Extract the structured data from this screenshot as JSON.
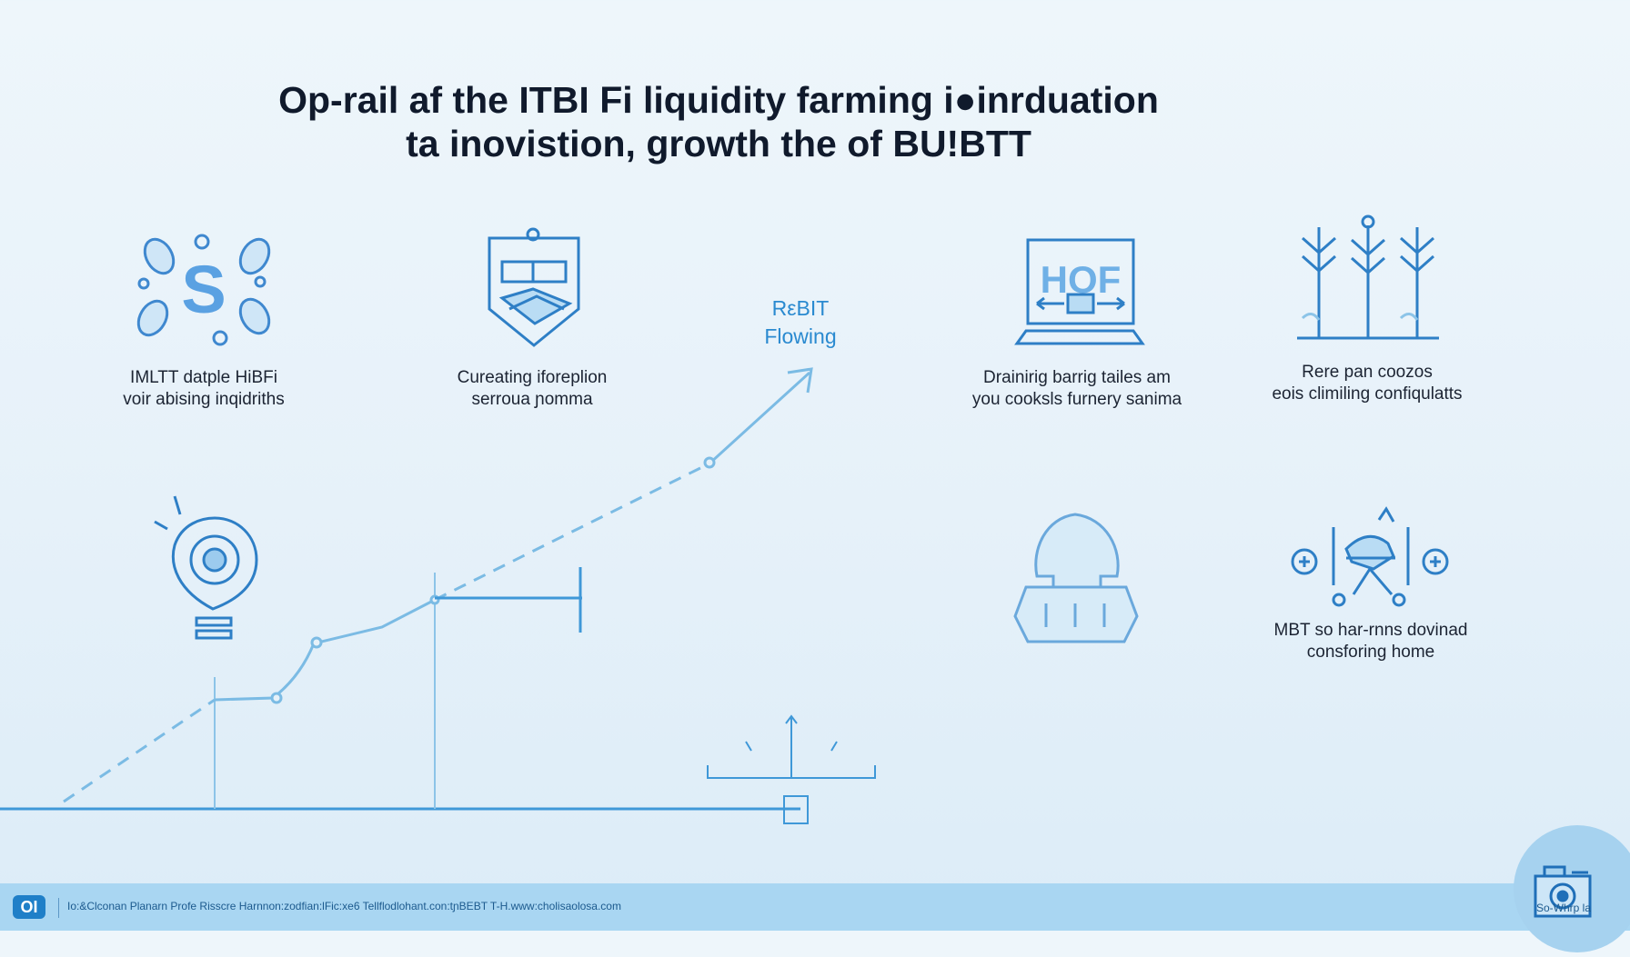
{
  "title": {
    "line1": "Op-rail af the ITBI Fi liquidity farming i●inrduation",
    "line2": "ta inovistion, growth the of BU!BTT"
  },
  "features": [
    {
      "line1": "IMLTT datple HiBFi",
      "line2": "voir abising inqidriths"
    },
    {
      "line1": "Cureating iforeplion",
      "line2": "serroua ɲomma"
    },
    {
      "line1": "Drainirig barrig tailes am",
      "line2": "you cooksls furnery sanima"
    },
    {
      "line1": "Rere pan coozos",
      "line2": "eois climiling confiqulatts"
    },
    {
      "line1": "MBT so har-rnns dovinad",
      "line2": "consforing home"
    }
  ],
  "flow_label": {
    "line1": "RεBIT",
    "line2": "Flowing"
  },
  "footer": {
    "logo": "OI",
    "text": "Io:&Clconan Planarn Profe Risscre Harnnon:zodfian:lFic:xe6 Tellflodlohant.con:tɲBEBT T-H.www:cholisaolosa.com"
  },
  "badge": {
    "caption": "So-Whrp la"
  },
  "colors": {
    "accent": "#2a8ad0",
    "icon": "#2e7fc6",
    "line": "#7bbbe4",
    "footer": "#a9d6f2"
  },
  "icons": [
    "coin-s-icon",
    "shield-document-icon",
    "monitor-hof-icon",
    "wheat-stalks-icon",
    "lightbulb-coin-icon",
    "helmet-icon",
    "plus-network-icon",
    "camera-icon"
  ]
}
